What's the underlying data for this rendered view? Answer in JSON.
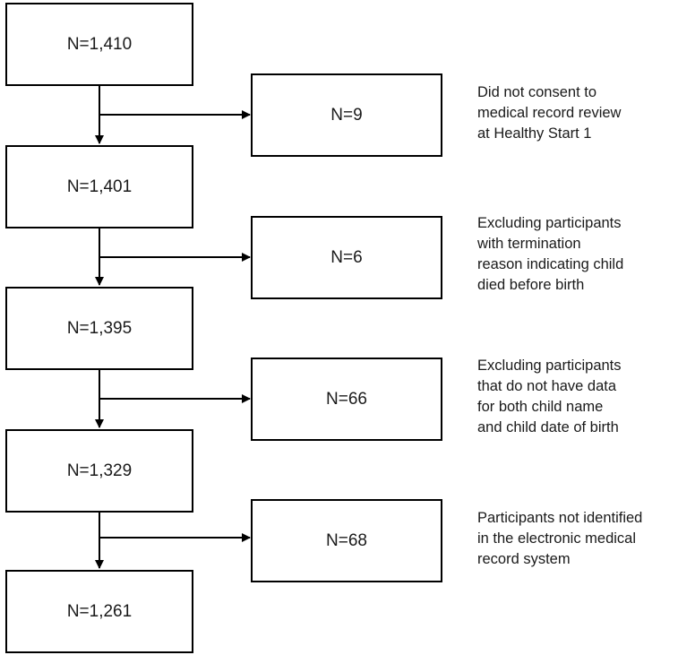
{
  "flowchart": {
    "main_boxes": [
      {
        "label": "N=1,410"
      },
      {
        "label": "N=1,401"
      },
      {
        "label": "N=1,395"
      },
      {
        "label": "N=1,329"
      },
      {
        "label": "N=1,261"
      }
    ],
    "exclusion_boxes": [
      {
        "label": "N=9"
      },
      {
        "label": "N=6"
      },
      {
        "label": "N=66"
      },
      {
        "label": "N=68"
      }
    ],
    "exclusion_notes": [
      {
        "text": "Did not consent to\nmedical record review\nat Healthy Start 1"
      },
      {
        "text": "Excluding participants\nwith termination\nreason indicating child\ndied before birth"
      },
      {
        "text": "Excluding participants\nthat do not have data\nfor both child name\nand child date of birth"
      },
      {
        "text": "Participants not identified\nin the electronic medical\nrecord system"
      }
    ]
  },
  "colors": {
    "line": "#000000",
    "text": "#1a1a1a",
    "background": "#ffffff"
  }
}
